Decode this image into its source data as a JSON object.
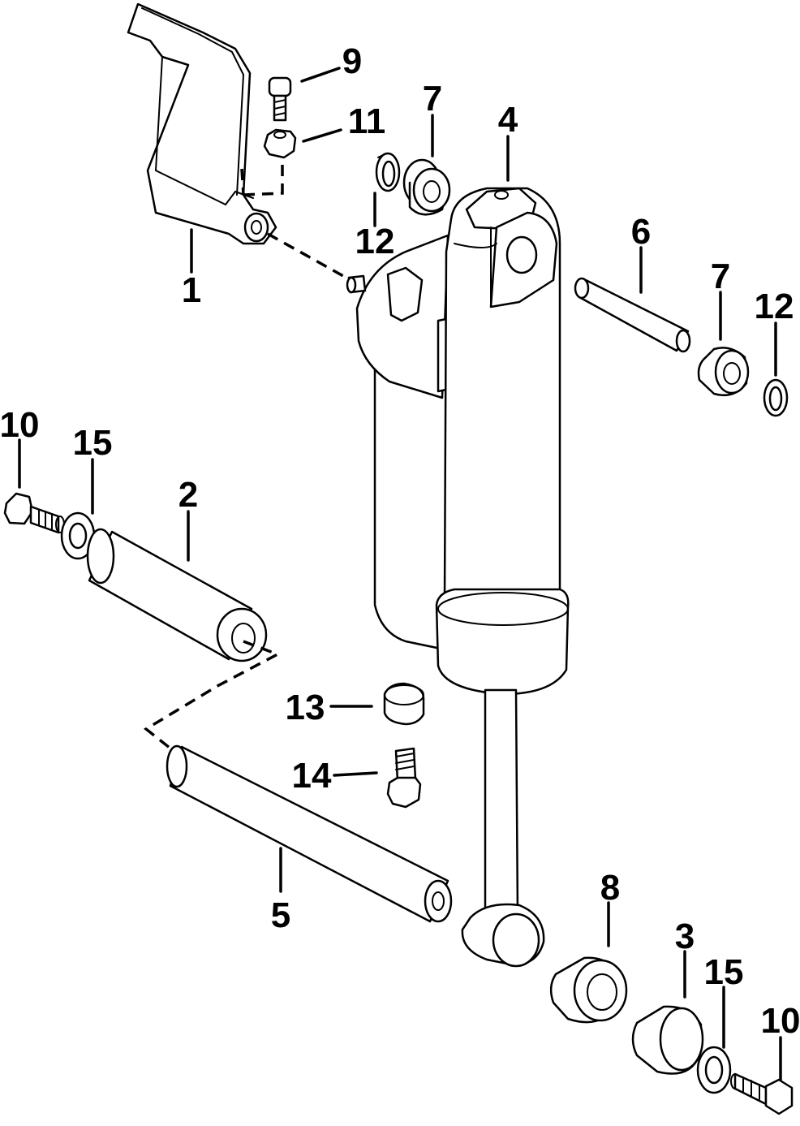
{
  "diagram": {
    "callouts": [
      {
        "id": "callout-1",
        "text": "1"
      },
      {
        "id": "callout-2",
        "text": "2"
      },
      {
        "id": "callout-3",
        "text": "3"
      },
      {
        "id": "callout-4",
        "text": "4"
      },
      {
        "id": "callout-5",
        "text": "5"
      },
      {
        "id": "callout-6",
        "text": "6"
      },
      {
        "id": "callout-7a",
        "text": "7"
      },
      {
        "id": "callout-7b",
        "text": "7"
      },
      {
        "id": "callout-8",
        "text": "8"
      },
      {
        "id": "callout-9",
        "text": "9"
      },
      {
        "id": "callout-10a",
        "text": "10"
      },
      {
        "id": "callout-10b",
        "text": "10"
      },
      {
        "id": "callout-11",
        "text": "11"
      },
      {
        "id": "callout-12a",
        "text": "12"
      },
      {
        "id": "callout-12b",
        "text": "12"
      },
      {
        "id": "callout-13",
        "text": "13"
      },
      {
        "id": "callout-14",
        "text": "14"
      },
      {
        "id": "callout-15a",
        "text": "15"
      },
      {
        "id": "callout-15b",
        "text": "15"
      }
    ]
  }
}
